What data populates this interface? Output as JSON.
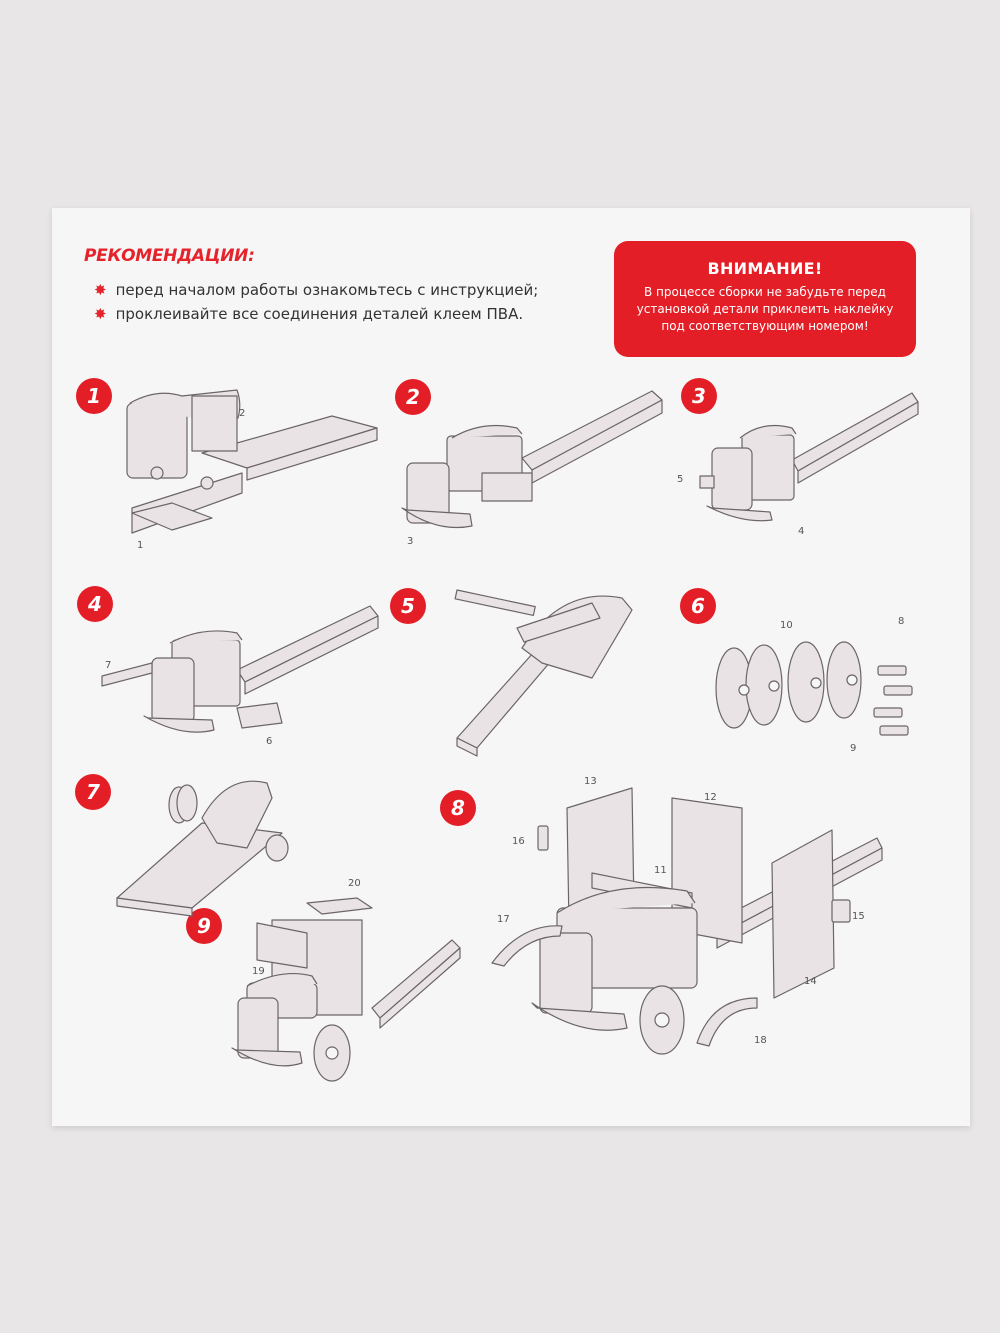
{
  "recommendations": {
    "title": "РЕКОМЕНДАЦИИ:",
    "items": [
      "перед началом работы ознакомьтесь с инструкцией;",
      "проклеивайте все соединения деталей клеем ПВА."
    ]
  },
  "attention": {
    "title": "ВНИМАНИЕ!",
    "lines": [
      "В процессе сборки не забудьте перед",
      "установкой детали приклеить наклейку",
      "под соответствующим номером!"
    ]
  },
  "steps": [
    "1",
    "2",
    "3",
    "4",
    "5",
    "6",
    "7",
    "8",
    "9"
  ],
  "part_labels": {
    "p1": "1",
    "p2": "2",
    "p3": "3",
    "p4": "4",
    "p5": "5",
    "p6": "6",
    "p7": "7",
    "p8": "8",
    "p9": "9",
    "p10": "10",
    "p11": "11",
    "p12": "12",
    "p13": "13",
    "p14": "14",
    "p15": "15",
    "p16": "16",
    "p17": "17",
    "p18": "18",
    "p19": "19",
    "p20": "20"
  },
  "colors": {
    "accent": "#e41e26",
    "part_fill": "#e9e3e6",
    "line": "#6b6569"
  }
}
